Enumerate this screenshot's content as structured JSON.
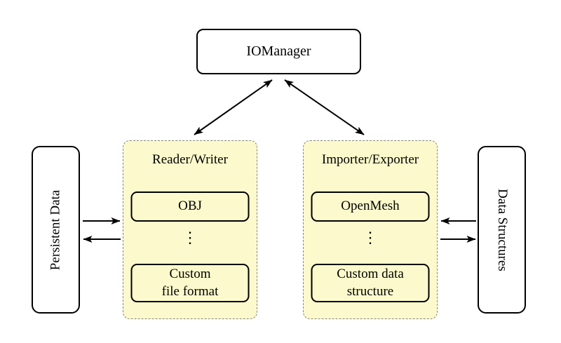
{
  "diagram": {
    "nodes": {
      "iomanager": {
        "label": "IOManager"
      },
      "persistent_data": {
        "label": "Persistent Data"
      },
      "data_structures": {
        "label": "Data Structures"
      }
    },
    "groups": {
      "reader_writer": {
        "title": "Reader/Writer",
        "items": [
          "OBJ",
          "Custom\nfile format"
        ],
        "dots": "⋮"
      },
      "importer_exporter": {
        "title": "Importer/Exporter",
        "items": [
          "OpenMesh",
          "Custom data\nstructure"
        ],
        "dots": "⋮"
      }
    },
    "colors": {
      "group_fill": "#FCFACC",
      "group_dash_border": "#868686",
      "node_border": "#000000",
      "node_fill": "#FFFFFF",
      "arrow": "#000000",
      "background": "#FFFFFF"
    }
  }
}
